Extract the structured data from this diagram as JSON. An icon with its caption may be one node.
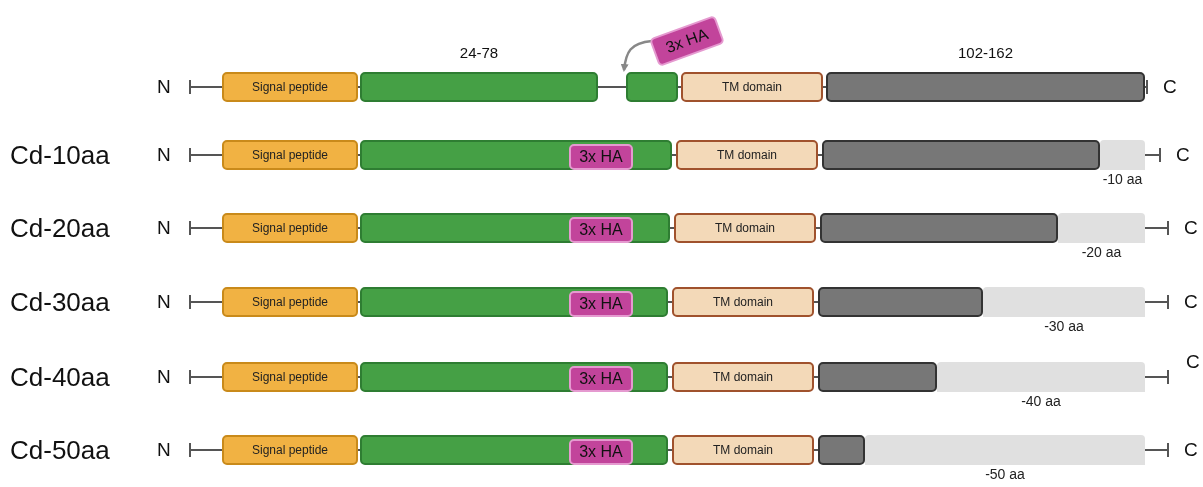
{
  "diagram": {
    "nodes": [
      {
        "text": [
          "3x HA"
        ]
      },
      {
        "text": [
          "Signal peptide"
        ]
      },
      {
        "text": [],
        "shape": "box",
        "beside": [
          "24-78"
        ]
      },
      {
        "text": [],
        "shape": "box"
      },
      {
        "text": [
          "TM domain"
        ]
      },
      {
        "text": [],
        "shape": "box",
        "beside": [
          "102-162"
        ]
      },
      {
        "text": [
          "Signal peptide"
        ]
      },
      {
        "text": [],
        "shape": "box"
      },
      {
        "text": [
          "3x HA"
        ],
        "in": 7
      },
      {
        "text": [
          "TM domain"
        ]
      },
      {
        "text": [],
        "shape": "box"
      },
      {
        "text": [
          "-10 aa"
        ]
      },
      {
        "text": [
          "Signal peptide"
        ]
      },
      {
        "text": [],
        "shape": "box"
      },
      {
        "text": [
          "3x HA"
        ],
        "in": 13
      },
      {
        "text": [
          "TM domain"
        ]
      },
      {
        "text": [],
        "shape": "box"
      },
      {
        "text": [
          "-20 aa"
        ]
      },
      {
        "text": [
          "Signal peptide"
        ]
      },
      {
        "text": [],
        "shape": "box"
      },
      {
        "text": [
          "3x HA"
        ],
        "in": 19
      },
      {
        "text": [
          "TM domain"
        ]
      },
      {
        "text": [],
        "shape": "box"
      },
      {
        "text": [
          "-30 aa"
        ]
      },
      {
        "text": [
          "Signal peptide"
        ]
      },
      {
        "text": [],
        "shape": "box"
      },
      {
        "text": [
          "3x HA"
        ],
        "in": 25
      },
      {
        "text": [
          "TM domain"
        ]
      },
      {
        "text": [],
        "shape": "box"
      },
      {
        "text": [
          "-40 aa"
        ]
      },
      {
        "text": [
          "Signal peptide"
        ]
      },
      {
        "text": [],
        "shape": "box"
      },
      {
        "text": [
          "3x HA"
        ],
        "in": 31
      },
      {
        "text": [
          "TM domain"
        ]
      },
      {
        "text": [],
        "shape": "box"
      },
      {
        "text": [
          "-50 aa"
        ]
      }
    ],
    "edges": [
      {
        "from": 0,
        "to": 3,
        "arrow": "to"
      }
    ],
    "labels": [
      "N",
      "C",
      "Cd-10aa",
      "N",
      "C",
      "Cd-20aa",
      "N",
      "C",
      "Cd-30aa",
      "N",
      "C",
      "Cd-40aa",
      "N",
      "C",
      "Cd-50aa",
      "N",
      "C"
    ]
  }
}
